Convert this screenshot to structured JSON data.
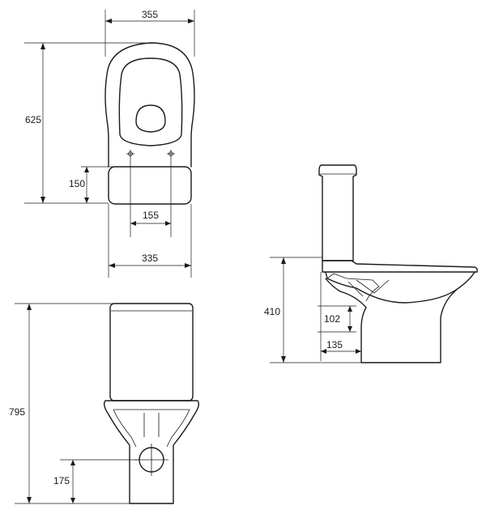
{
  "drawing": {
    "top_view": {
      "width_label": "355",
      "length_label": "625",
      "front_depth_label": "150",
      "bolt_spacing_label": "155",
      "base_width_label": "335"
    },
    "front_view": {
      "height_label": "795",
      "outlet_height_label": "175"
    },
    "side_view": {
      "seat_height_label": "410",
      "outlet_height_label": "102",
      "outlet_offset_label": "135"
    }
  }
}
